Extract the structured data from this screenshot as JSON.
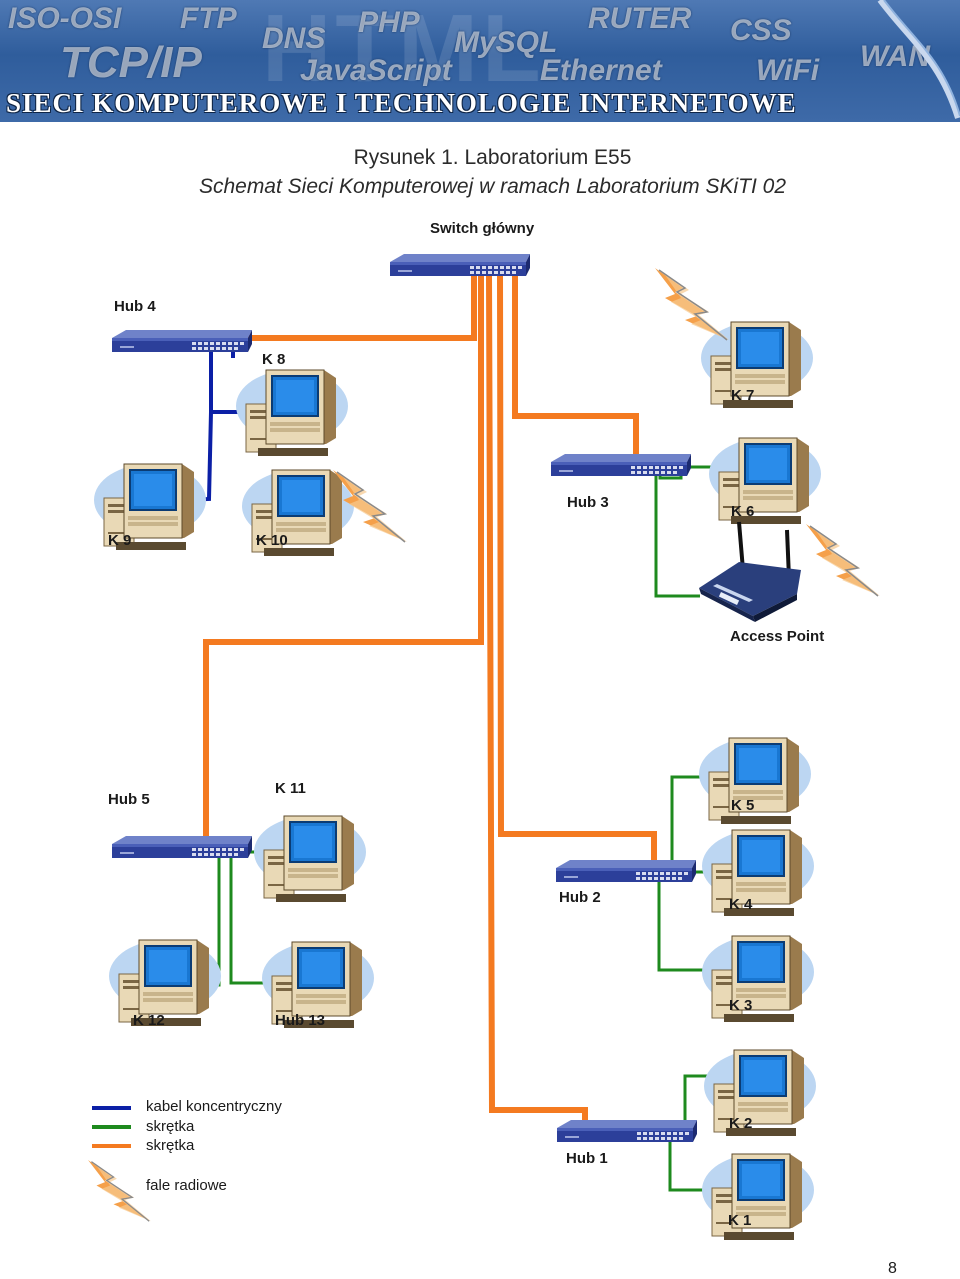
{
  "banner": {
    "title": "SIECI KOMPUTEROWE I TECHNOLOGIE INTERNETOWE",
    "words": [
      "ISO-OSI",
      "FTP",
      "PHP",
      "RUTER",
      "CSS",
      "TCP/IP",
      "DNS",
      "MySQL",
      "JavaScript",
      "Ethernet",
      "WiFi",
      "WAN",
      "HTML"
    ]
  },
  "figure": {
    "caption": "Rysunek 1. Laboratorium E55",
    "subtitle": "Schemat Sieci Komputerowej w ramach Laboratorium SKiTI 02"
  },
  "nodes": {
    "switch_main": "Switch główny",
    "hub4": "Hub 4",
    "k8": "K 8",
    "k7": "K 7",
    "k9": "K 9",
    "k10": "K 10",
    "hub3": "Hub 3",
    "k6": "K 6",
    "access_point": "Access Point",
    "hub5": "Hub 5",
    "k11": "K 11",
    "k5": "K 5",
    "hub2": "Hub 2",
    "k4": "K 4",
    "k12": "K 12",
    "hub13": "Hub 13",
    "k3": "K 3",
    "hub1": "Hub 1",
    "k2": "K 2",
    "k1": "K 1"
  },
  "legend": {
    "coax": "kabel koncentryczny",
    "twisted_green": "skrętka",
    "twisted_orange": "skrętka",
    "radio": "fale radiowe"
  },
  "colors": {
    "coax": "#0b1fa6",
    "twisted_green": "#1e8a1e",
    "twisted_orange": "#f47a20",
    "banner": "#2f5d9c"
  },
  "page_number": "8"
}
